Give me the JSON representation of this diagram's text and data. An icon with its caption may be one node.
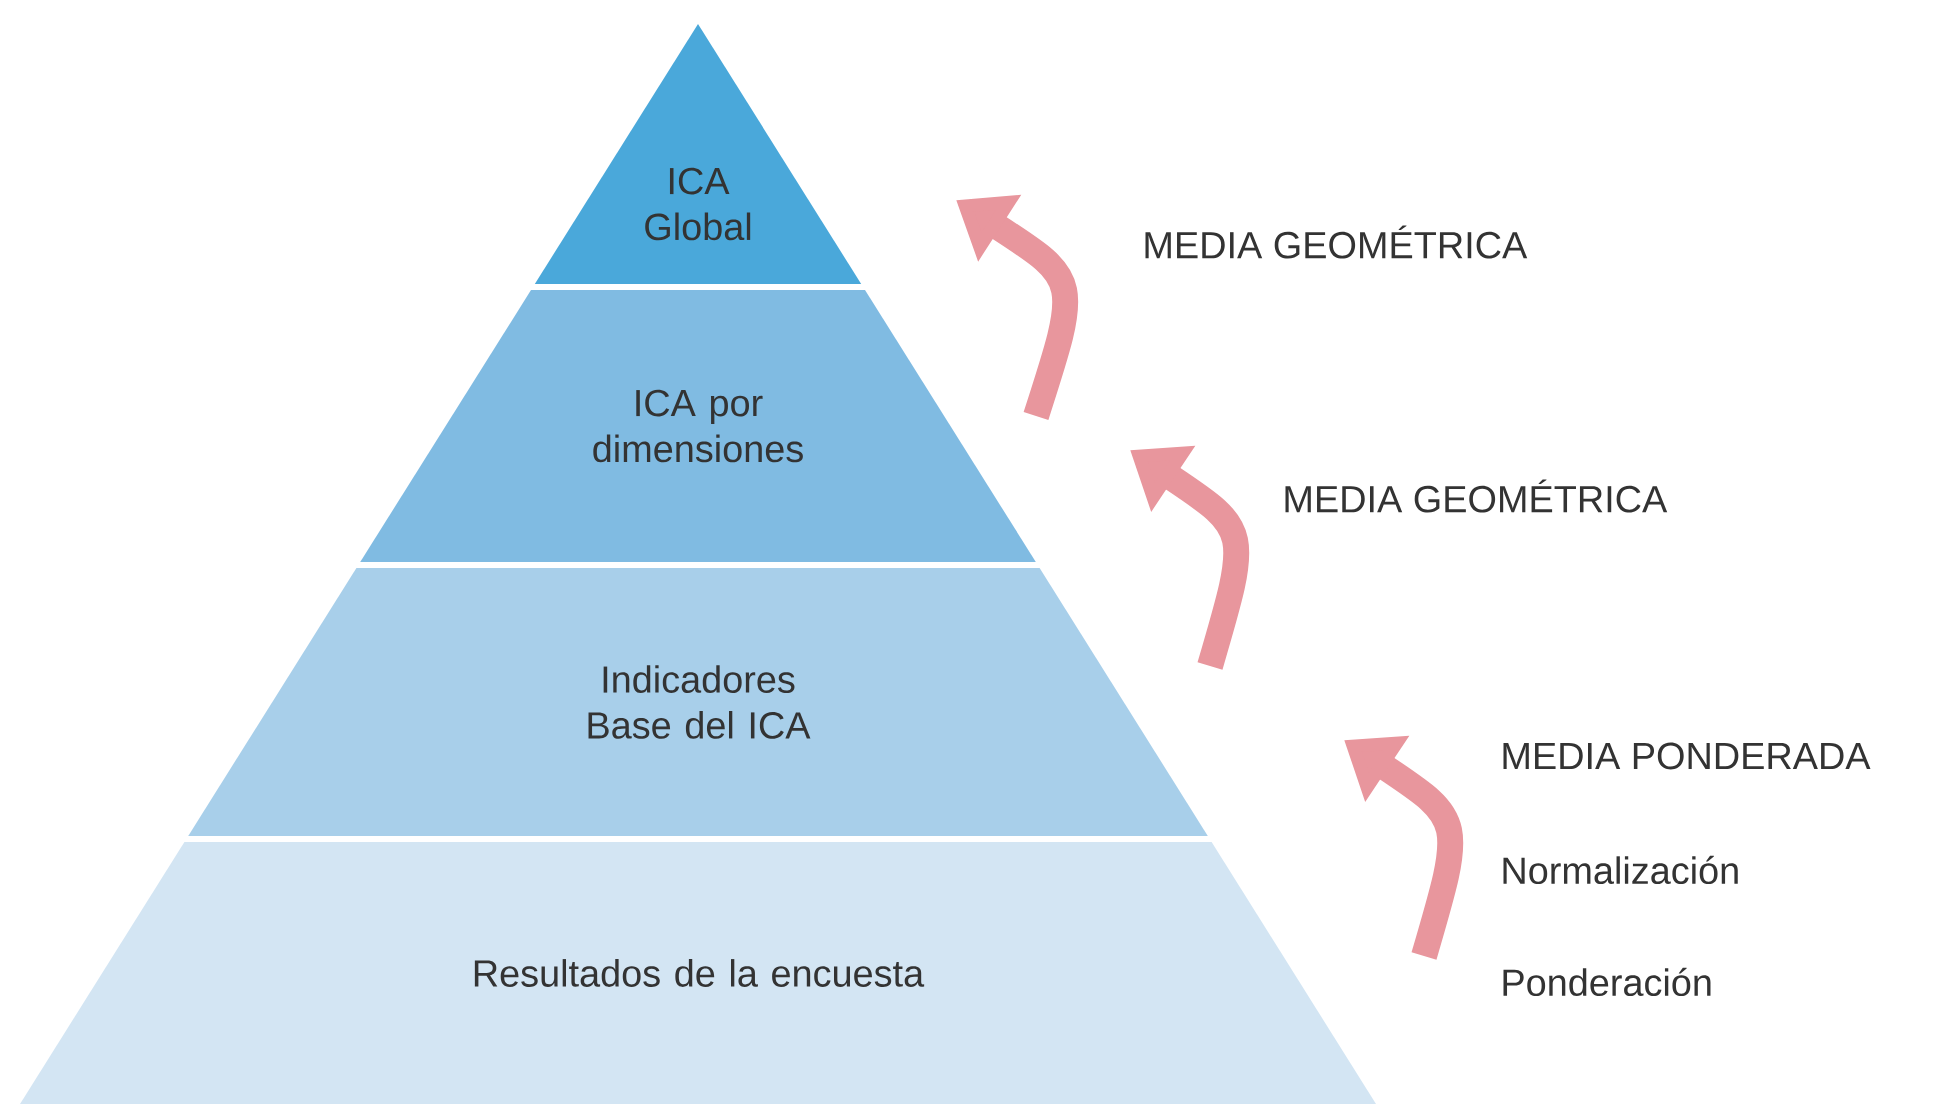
{
  "diagram": {
    "nodes": [
      {
        "text": [
          "ICA Global"
        ]
      },
      {
        "text": [
          "ICA por dimensiones"
        ]
      },
      {
        "text": [
          "Indicadores Base del ICA"
        ]
      },
      {
        "text": [
          "Resultados de la encuesta"
        ]
      }
    ],
    "labels": [
      "MEDIA GEOMÉTRICA",
      "MEDIA GEOMÉTRICA",
      "MEDIA PONDERADA",
      "Normalización",
      "Ponderación"
    ]
  }
}
